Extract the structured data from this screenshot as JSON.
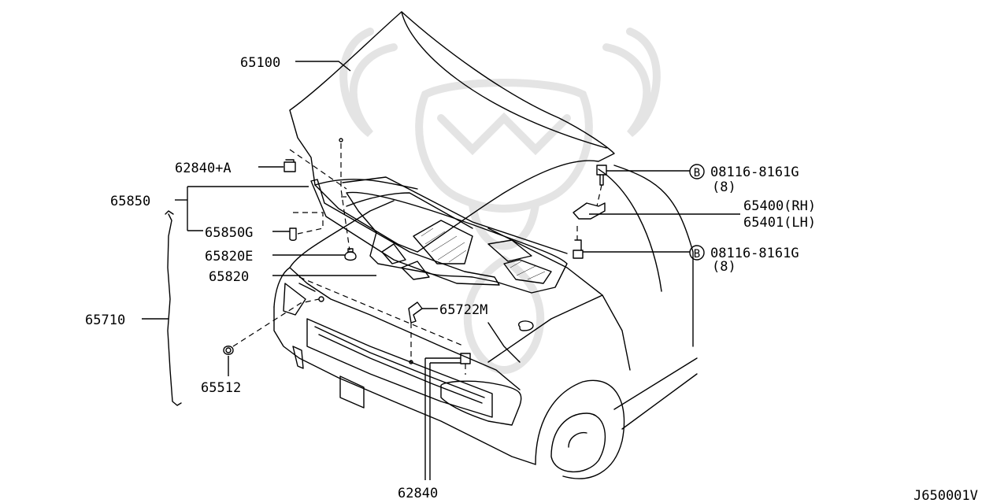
{
  "labels": {
    "hood": "65100",
    "bumper_rubber_a": "62840+A",
    "seal_strip": "65850",
    "seal_clip": "65850G",
    "hood_lock_rubber": "65820E",
    "hood_insulator": "65820",
    "support_rod": "65710",
    "rod_grommet": "65512",
    "rod_clip": "65722M",
    "bumper_rubber": "62840",
    "bolt_top": "08116-8161G",
    "bolt_top_qty": "(8)",
    "hinge_rh": "65400(RH)",
    "hinge_lh": "65401(LH)",
    "bolt_bottom": "08116-8161G",
    "bolt_bottom_qty": "(8)",
    "bolt_marker": "B",
    "diagram_code": "J650001V"
  }
}
